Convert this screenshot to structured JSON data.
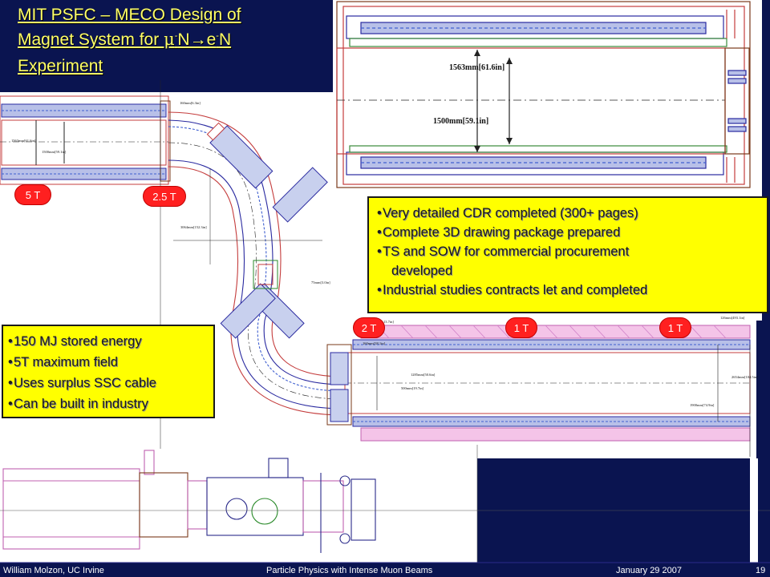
{
  "title": {
    "line1": "MIT PSFC – MECO Design of",
    "line2_prefix": "Magnet System for ",
    "mu": "μ",
    "minus": "-",
    "arrow_text": "N→e",
    "suffix": "N",
    "line3": "Experiment"
  },
  "drawing_labels": {
    "bore_outer": "1563mm[61.6in]",
    "bore_inner": "1500mm[59.1in]",
    "small_bore_outer": "1563mm[61.6in]",
    "small_bore_inner": "1500mm[59.1in]",
    "dim_160": "160mm[6.3in]",
    "dim_radius": "3064mm[152.3in]",
    "dim_75": "75mm[3.0in]",
    "dim_1285": "1285mm[50.6in]",
    "dim_500": "500mm[19.7in]",
    "dim_1900": "1900mm[74.9in]",
    "dim_2654": "2654mm[104.5in]",
    "dim_126": "126mm[493.1in]",
    "dim_160b": "160mm[38.1in]",
    "dim_13": "13.7in]"
  },
  "field_badges": {
    "ps": "5 T",
    "ts_entry": "2.5 T",
    "ds_entry": "2 T",
    "ds_mid": "1 T",
    "ds_end": "1 T"
  },
  "callout_right": {
    "items": [
      "Very detailed CDR completed (300+ pages)",
      "Complete 3D drawing package prepared",
      "TS and SOW for commercial procurement",
      "Industrial studies contracts let and completed"
    ],
    "continuation": "developed"
  },
  "callout_left": {
    "items": [
      "150 MJ stored energy",
      "5T maximum field",
      "Uses surplus SSC cable",
      "Can be built in industry"
    ]
  },
  "footer": {
    "author": "William Molzon, UC Irvine",
    "talk": "Particle Physics with Intense Muon Beams",
    "date": "January 29 2007",
    "page": "19"
  },
  "colors": {
    "background": "#0a1450",
    "title_text": "#ffff66",
    "callout_fill": "#ffff00",
    "badge_fill": "#ff2020"
  }
}
